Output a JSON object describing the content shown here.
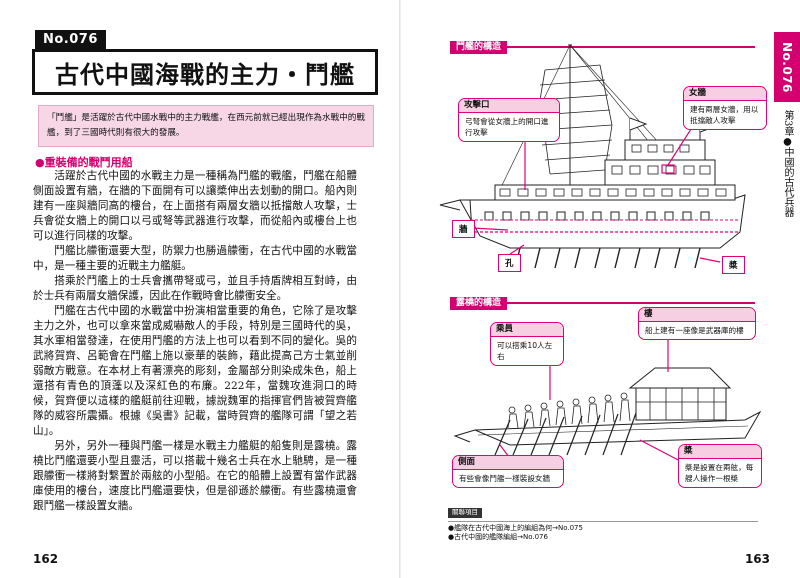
{
  "left": {
    "number_tag": "No.076",
    "title": "古代中國海戰的主力・鬥艦",
    "intro": "「鬥艦」是活躍於古代中國水戰中的主力戰艦，在西元前就已經出現作為水戰中的戰艦，到了三國時代則有很大的發展。",
    "section_heading": "●重裝備的戰鬥用船",
    "paragraphs": [
      "活躍於古代中國的水戰主力是一種稱為鬥艦的戰艦，鬥艦在船體側面設置有牆，在牆的下面開有可以讓槳伸出去划動的開口。船內則建有一座與牆同高的樓台，在上面搭有兩層女牆以抵擋敵人攻擊，士兵會從女牆上的開口以弓或弩等武器進行攻擊，而從船內或樓台上也可以進行同樣的攻擊。",
      "鬥艦比艨衝還要大型，防禦力也勝過艨衝，在古代中國的水戰當中，是一種主要的近戰主力艦艇。",
      "搭乘於鬥艦上的士兵會攜帶弩或弓，並且手持盾牌相互對峙，由於士兵有兩層女牆保護，因此在作戰時會比艨衝安全。",
      "鬥艦在古代中國的水戰當中扮演相當重要的角色，它除了是攻擊主力之外，也可以拿來當成威嚇敵人的手段，特別是三國時代的吳，其水軍相當發達，在使用鬥艦的方法上也可以看到不同的變化。吳的武將賀齊、呂範會在鬥艦上施以豪華的裝飾，藉此提高己方士氣並削弱敵方戰意。在本材上有著漂亮的彫刻，金屬部分則染成朱色，船上還搭有青色的頂蓬以及深紅色的布廉。222年，當魏攻進洞口的時候，賀齊便以這樣的艦艇前往迎戰，據說魏軍的指揮官們皆被賀齊艦隊的威容所震攝。根據《吳書》記載，當時賀齊的艦隊可謂「望之若山」。",
      "另外，另外一種與鬥艦一樣是水戰主力艦艇的船隻則是露橈。露橈比鬥艦還要小型且靈活，可以搭載十幾名士兵在水上馳騁，是一種跟艨衝一樣將對繫置於兩舷的小型船。在它的船體上設置有當作武器庫使用的樓台，速度比鬥艦還要快，但是卻遜於艨衝。有些露橈還會跟鬥艦一樣設置女牆。"
    ],
    "page_number": "162"
  },
  "right": {
    "side_tab": "No.076",
    "chapter_text": "第3章●中國的古代兵器",
    "figure1": {
      "heading": "鬥艦的構造",
      "callout_attack": {
        "title": "攻擊口",
        "body": "弓弩會從女牆上的開口進行攻擊"
      },
      "callout_parapet": {
        "title": "女牆",
        "body": "建有兩層女牆，用以抵擋敵人攻擊"
      },
      "label_wall": "牆",
      "label_hole": "孔",
      "label_oar": "槳"
    },
    "figure2": {
      "heading": "露橈的構造",
      "callout_crew": {
        "title": "乘員",
        "body": "可以搭乘10人左右"
      },
      "callout_tower": {
        "title": "樓",
        "body": "船上建有一座像是武器庫的樓"
      },
      "callout_side": {
        "title": "側面",
        "body": "有些會像鬥艦一樣裝設女牆"
      },
      "callout_oars": {
        "title": "槳",
        "body": "槳是設置在兩舷，每艘人操作一根槳"
      }
    },
    "related": {
      "heading": "關聯項目",
      "items": [
        "●艦隊在古代中國海上的編組為何→No.075",
        "●古代中國的艦隊編組→No.076"
      ]
    },
    "page_number": "163"
  },
  "colors": {
    "accent": "#d4006f",
    "intro_bg": "#f7d6e6",
    "callout_title_bg": "#f7cfe2"
  }
}
